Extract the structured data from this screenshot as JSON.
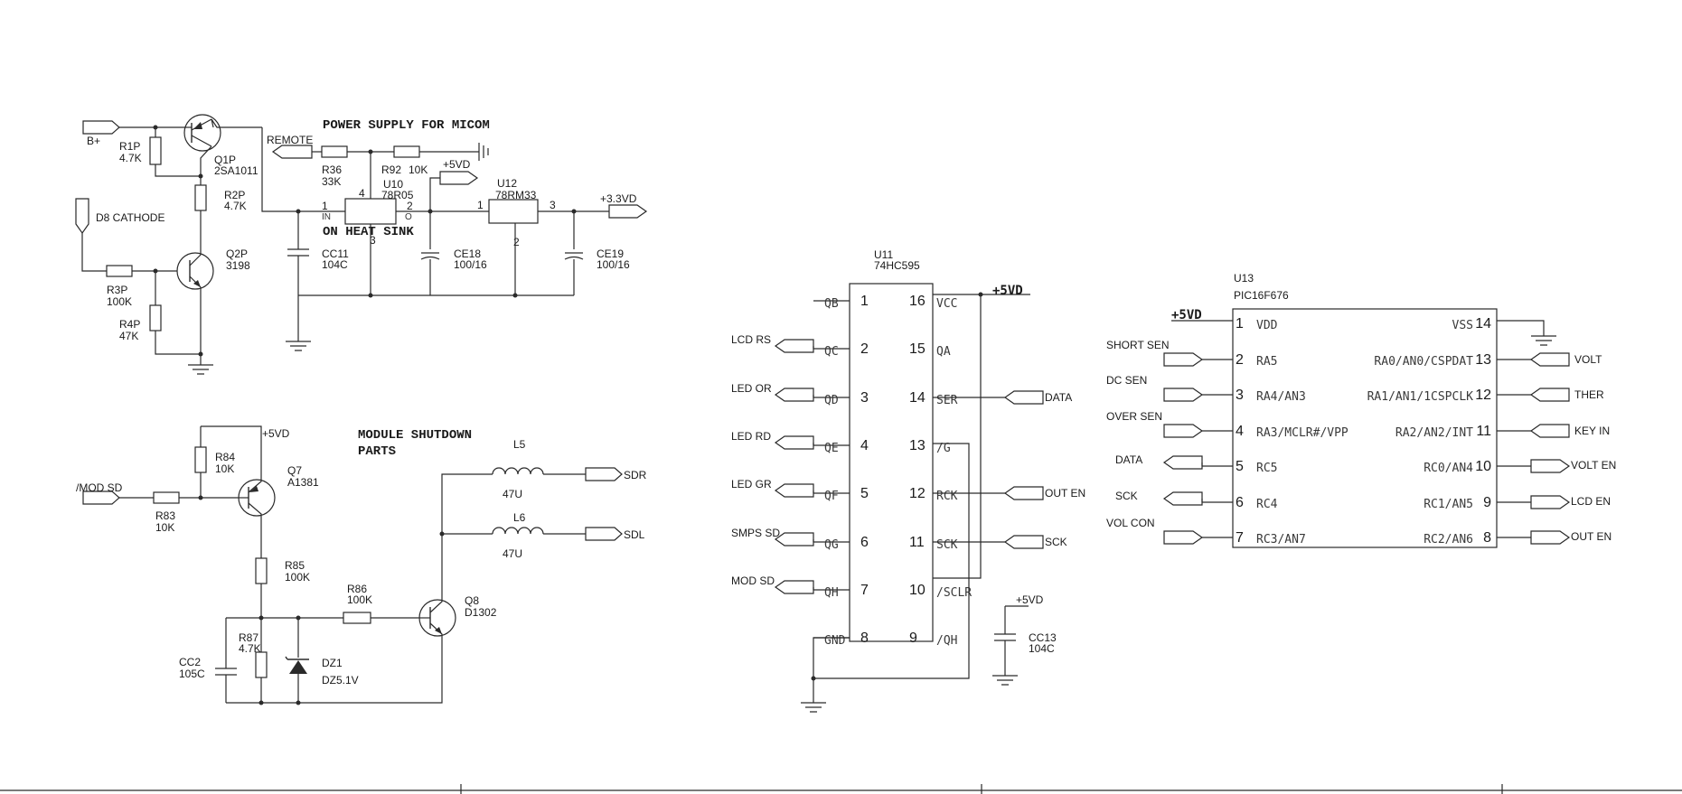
{
  "titles": {
    "power_supply": "POWER SUPPLY FOR MICOM",
    "heat_sink": "ON HEAT SINK",
    "module_shutdown_1": "MODULE SHUTDOWN",
    "module_shutdown_2": "PARTS"
  },
  "ports": {
    "bplus": "B+",
    "remote": "REMOTE",
    "d8_cathode": "D8 CATHODE",
    "v5_top": "+5VD",
    "v33": "+3.3VD",
    "mod_sd_in": "/MOD SD",
    "sdr": "SDR",
    "sdl": "SDL",
    "v5_q7": "+5VD",
    "v5_u11": "+5VD",
    "v5_cc13": "+5VD",
    "v5_u13": "+5VD"
  },
  "parts": {
    "q1p": {
      "ref": "Q1P",
      "value": "2SA1011"
    },
    "q2p": {
      "ref": "Q2P",
      "value": "3198"
    },
    "r1p": {
      "ref": "R1P",
      "value": "4.7K"
    },
    "r2p": {
      "ref": "R2P",
      "value": "4.7K"
    },
    "r3p": {
      "ref": "R3P",
      "value": "100K"
    },
    "r4p": {
      "ref": "R4P",
      "value": "47K"
    },
    "r36": {
      "ref": "R36",
      "value": "33K"
    },
    "r92": {
      "ref": "R92",
      "value": "10K"
    },
    "u10": {
      "ref": "U10",
      "value": "78R05"
    },
    "u12": {
      "ref": "U12",
      "value": "78RM33"
    },
    "cc11": {
      "ref": "CC11",
      "value": "104C"
    },
    "ce18": {
      "ref": "CE18",
      "value": "100/16"
    },
    "ce19": {
      "ref": "CE19",
      "value": "100/16"
    },
    "r84": {
      "ref": "R84",
      "value": "10K"
    },
    "r83": {
      "ref": "R83",
      "value": "10K"
    },
    "q7": {
      "ref": "Q7",
      "value": "A1381"
    },
    "r85": {
      "ref": "R85",
      "value": "100K"
    },
    "r86": {
      "ref": "R86",
      "value": "100K"
    },
    "r87": {
      "ref": "R87",
      "value": "4.7K"
    },
    "cc2": {
      "ref": "CC2",
      "value": "105C"
    },
    "dz1": {
      "ref": "DZ1",
      "value": "DZ5.1V"
    },
    "q8": {
      "ref": "Q8",
      "value": "D1302"
    },
    "l5": {
      "ref": "L5",
      "value": "47U"
    },
    "l6": {
      "ref": "L6",
      "value": "47U"
    },
    "cc13": {
      "ref": "CC13",
      "value": "104C"
    }
  },
  "u10_pins": {
    "in": "IN",
    "out": "O",
    "p1": "1",
    "p2": "2",
    "p3": "3",
    "p4": "4"
  },
  "u12_pins": {
    "p1": "1",
    "p2": "2",
    "p3": "3"
  },
  "u11": {
    "ref": "U11",
    "value": "74HC595",
    "left_pins": [
      {
        "num": "1",
        "name": "QB",
        "net": ""
      },
      {
        "num": "2",
        "name": "QC",
        "net": "LCD RS"
      },
      {
        "num": "3",
        "name": "QD",
        "net": "LED OR"
      },
      {
        "num": "4",
        "name": "QE",
        "net": "LED RD"
      },
      {
        "num": "5",
        "name": "QF",
        "net": "LED GR"
      },
      {
        "num": "6",
        "name": "QG",
        "net": "SMPS SD"
      },
      {
        "num": "7",
        "name": "QH",
        "net": "MOD SD"
      },
      {
        "num": "8",
        "name": "GND",
        "net": ""
      }
    ],
    "right_pins": [
      {
        "num": "16",
        "name": "VCC",
        "net": ""
      },
      {
        "num": "15",
        "name": "QA",
        "net": ""
      },
      {
        "num": "14",
        "name": "SER",
        "net": "DATA"
      },
      {
        "num": "13",
        "name": "/G",
        "net": ""
      },
      {
        "num": "12",
        "name": "RCK",
        "net": "OUT EN"
      },
      {
        "num": "11",
        "name": "SCK",
        "net": "SCK"
      },
      {
        "num": "10",
        "name": "/SCLR",
        "net": ""
      },
      {
        "num": "9",
        "name": "/QH",
        "net": ""
      }
    ]
  },
  "u13": {
    "ref": "U13",
    "value": "PIC16F676",
    "left_pins": [
      {
        "num": "1",
        "name": "VDD",
        "net": ""
      },
      {
        "num": "2",
        "name": "RA5",
        "net": "SHORT SEN"
      },
      {
        "num": "3",
        "name": "RA4/AN3",
        "net": "DC SEN"
      },
      {
        "num": "4",
        "name": "RA3/MCLR#/VPP",
        "net": "OVER SEN"
      },
      {
        "num": "5",
        "name": "RC5",
        "net": "DATA"
      },
      {
        "num": "6",
        "name": "RC4",
        "net": "SCK"
      },
      {
        "num": "7",
        "name": "RC3/AN7",
        "net": "VOL CON"
      }
    ],
    "right_pins": [
      {
        "num": "14",
        "name": "VSS",
        "net": ""
      },
      {
        "num": "13",
        "name": "RA0/AN0/CSPDAT",
        "net": "VOLT"
      },
      {
        "num": "12",
        "name": "RA1/AN1/1CSPCLK",
        "net": "THER"
      },
      {
        "num": "11",
        "name": "RA2/AN2/INT",
        "net": "KEY IN"
      },
      {
        "num": "10",
        "name": "RC0/AN4",
        "net": "VOLT EN"
      },
      {
        "num": "9",
        "name": "RC1/AN5",
        "net": "LCD EN"
      },
      {
        "num": "8",
        "name": "RC2/AN6",
        "net": "OUT EN"
      }
    ]
  }
}
